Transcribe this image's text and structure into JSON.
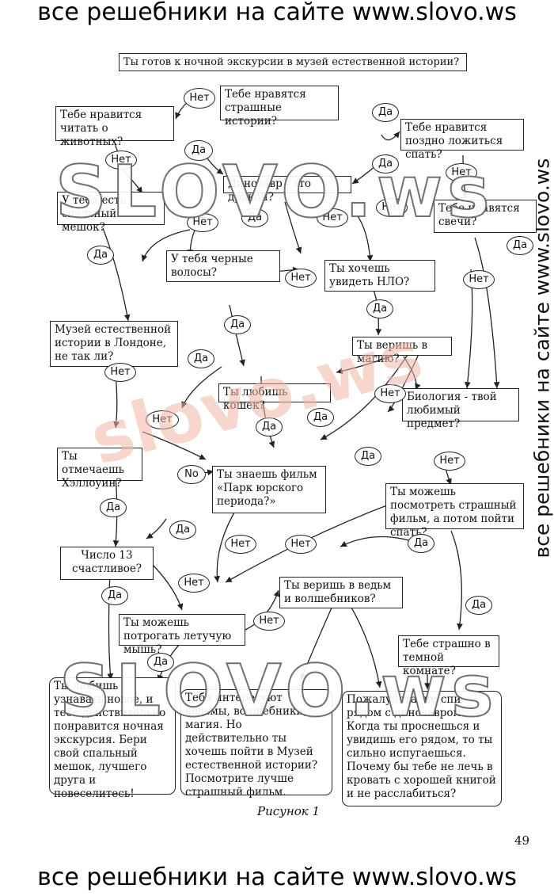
{
  "banner_top": "все решебники на сайте www.slovo.ws",
  "banner_bottom": "все решебники на сайте www.slovo.ws",
  "side_text": "все решебники на сайте www.slovo.ws",
  "watermark": "SLOVO.ws",
  "watermark_color": "slovo.ws",
  "title": "Ты готов к ночной экскурсии в музей естественной истории?",
  "boxes": {
    "b_horror": "Тебе нравятся страшные истории?",
    "b_animals": "Тебе нравится читать о животных?",
    "b_late": "Тебе нравится поздно ложиться спать?",
    "b_dino": "Динозавр - это дракон?",
    "b_sleeping": "У тебя есть спальный мешок?",
    "b_candles": "Тебе нравятся свечи?",
    "b_black": "У тебя черные волосы?",
    "b_ufo": "Ты хочешь увидеть НЛО?",
    "b_london": "Музей естественной истории в Лондоне, не так ли?",
    "b_magic": "Ты веришь в магию?",
    "b_cats": "Ты любишь кошек?",
    "b_biology": "Биология - твой любимый предмет?",
    "b_halloween": "Ты отмечаешь Хэллоуин?",
    "b_jurassic": "Ты знаешь фильм «Парк юрского периода?»",
    "b_scarymovie": "Ты можешь посмотреть страшный фильм, а потом пойти спать?",
    "b_13": "Число 13 счастливое?",
    "b_witches": "Ты веришь в ведьм и волшебников?",
    "b_bat": "Ты можешь потрогать летучую мышь?",
    "b_dark": "Тебе страшно в темной комнате?",
    "r_1": "Ты любишь узнавать новое, и тебе действительно понравится ночная экскурсия. Бери свой спальный мешок, лучшего друга и повеселитесь!",
    "r_2": "Тебя интересуют ведьмы, волшебники, магия. Но действительно ты хочешь пойти в Музей естественной истории? Посмотрите лучше страшный фильм.",
    "r_3": "Пожалуйста, не спи рядом с динозавром! Когда ты проснешься и увидишь его рядом, то ты сильно испугаешься. Почему бы тебе не лечь в кровать с хорошей книгой и не расслабиться?"
  },
  "labels": {
    "l1": "Нет",
    "l2": "Да",
    "l3": "Да",
    "l4": "Нет",
    "l5": "Нет",
    "l6": "Да",
    "l7": "Нет",
    "l8": "Нет",
    "l9": "Да",
    "l10": "Да",
    "l11": "Нет",
    "l12": "Нет",
    "l13": "Да",
    "l14": "Да",
    "l15": "Да",
    "l16": "Нет",
    "l17": "Нет",
    "l18": "Да",
    "l19": "Да",
    "l20": "Да",
    "l21": "Нет",
    "l22": "Нет",
    "l23": "No",
    "l24": "Да",
    "l25": "Да",
    "l26": "Нет",
    "l27": "Нет",
    "l28": "Да",
    "l29": "Нет",
    "l30": "Да",
    "l31": "Нет",
    "l32": "Да",
    "l33": "Да",
    "l34": "Нет",
    "l35": "Да"
  },
  "caption": "Рисунок 1",
  "page_number": "49"
}
